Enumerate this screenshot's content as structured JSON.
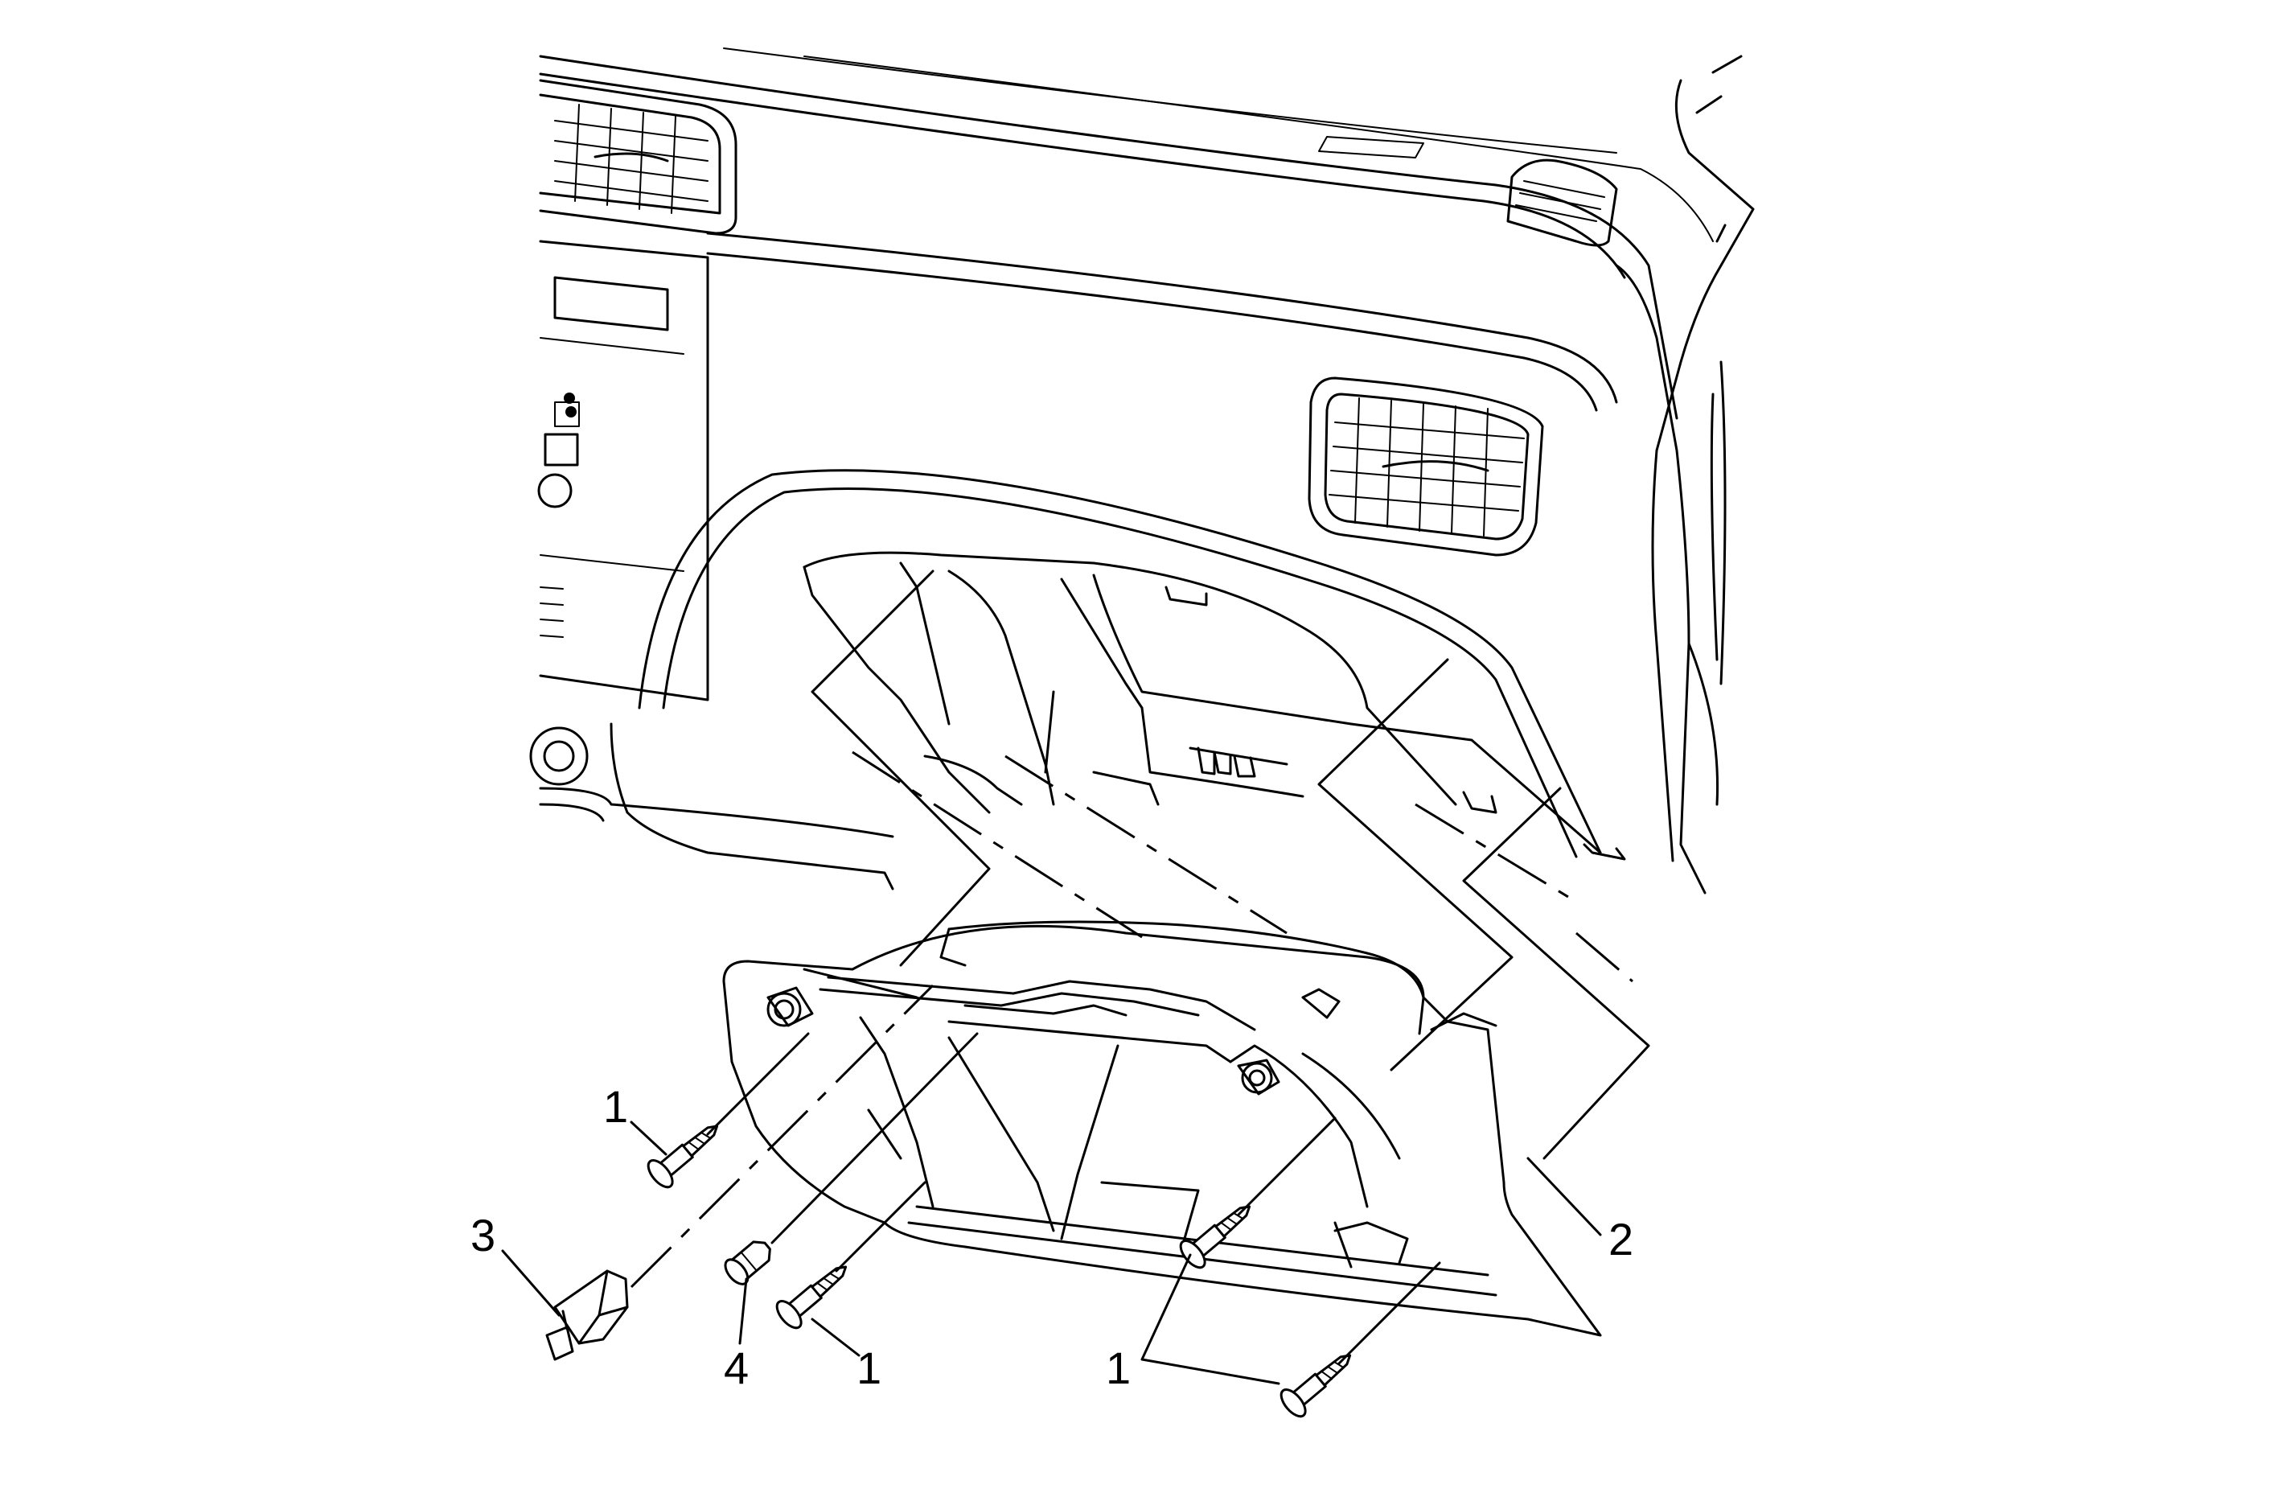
{
  "callouts": {
    "c1_left": "1",
    "c3": "3",
    "c4": "4",
    "c1_center": "1",
    "c1_right": "1",
    "c2": "2"
  }
}
